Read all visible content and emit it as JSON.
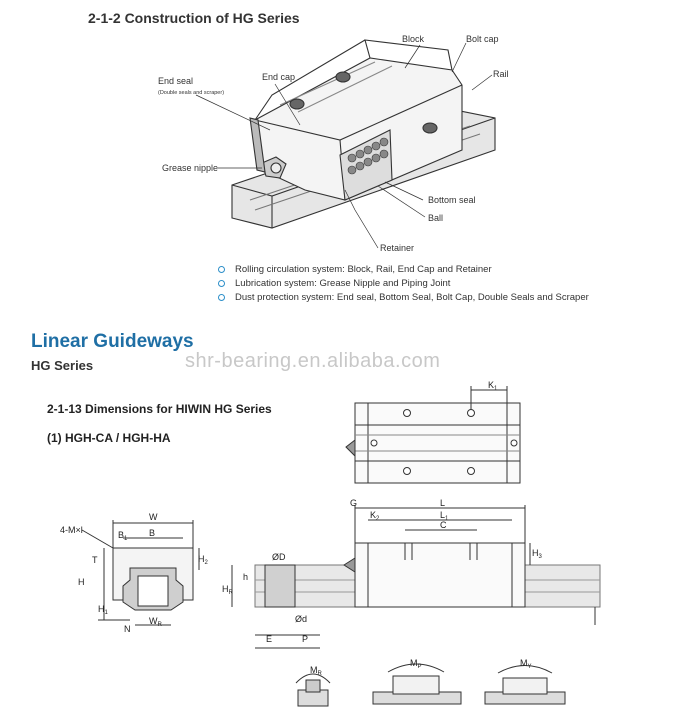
{
  "construction": {
    "title": "2-1-2  Construction of HG Series",
    "labels": {
      "end_seal": "End seal",
      "end_seal_note": "(Double seals and scraper)",
      "end_cap": "End cap",
      "block": "Block",
      "bolt_cap": "Bolt cap",
      "rail": "Rail",
      "grease_nipple": "Grease nipple",
      "bottom_seal": "Bottom seal",
      "ball": "Ball",
      "retainer": "Retainer"
    },
    "bullets": [
      "Rolling circulation system: Block, Rail, End Cap and Retainer",
      "Lubrication system: Grease Nipple and Piping Joint",
      "Dust protection system: End seal, Bottom Seal, Bolt Cap, Double Seals and Scraper"
    ]
  },
  "brand_heading": "Linear Guideways",
  "series_heading": "HG Series",
  "watermark": "shr-bearing.en.alibaba.com",
  "dimensions": {
    "title": "2-1-13 Dimensions for HIWIN HG Series",
    "model": "(1) HGH-CA / HGH-HA",
    "labels": {
      "k1": "K",
      "k1_sub": "1",
      "mxl": "4-M×l",
      "w": "W",
      "b": "B",
      "b1": "B",
      "b1_sub": "1",
      "t": "T",
      "h2": "H",
      "h2_sub": "2",
      "h": "H",
      "h1": "H",
      "h1_sub": "1",
      "n": "N",
      "wr": "W",
      "wr_sub": "R",
      "g": "G",
      "l": "L",
      "k2": "K",
      "k2_sub": "2",
      "l1": "L",
      "l1_sub": "1",
      "c": "C",
      "h3": "H",
      "h3_sub": "3",
      "phi_d_upper": "ØD",
      "phi_d_lower": "Ød",
      "hr": "H",
      "hr_sub": "R",
      "h_small": "h",
      "e": "E",
      "p": "P",
      "mr": "M",
      "mr_sub": "R",
      "mp": "M",
      "mp_sub": "P",
      "my": "M",
      "my_sub": "Y"
    }
  },
  "colors": {
    "accent": "#2d8fc9",
    "heading": "#1f6fa5",
    "line": "#333333",
    "rail_fill": "#d9d9d9",
    "block_fill": "#f2f2f2"
  }
}
